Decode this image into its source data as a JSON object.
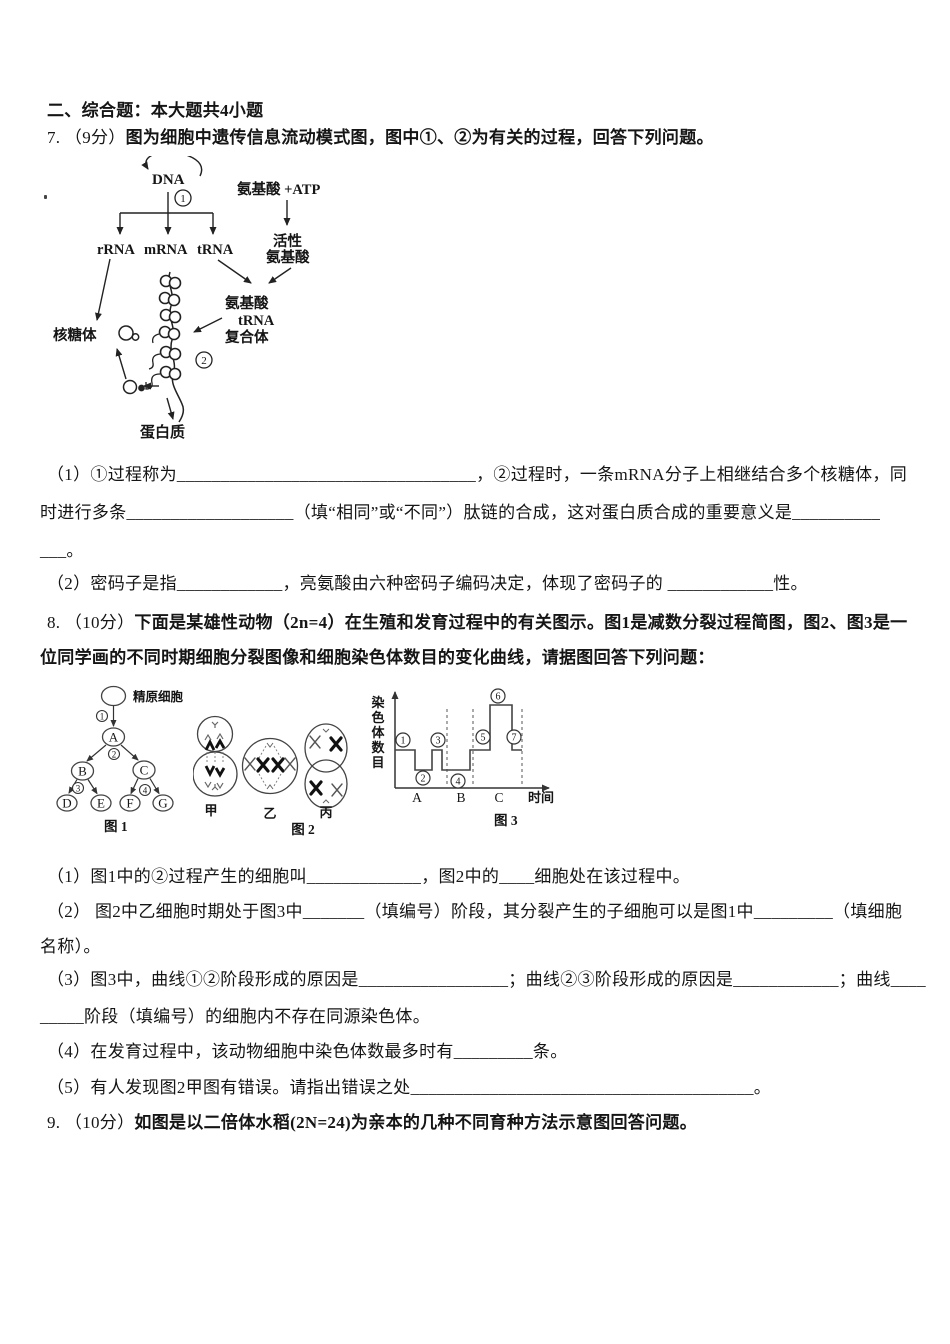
{
  "page": {
    "bg": "#ffffff",
    "text_color": "#151515"
  },
  "header": {
    "text": "二、综合题：本大题共4小题"
  },
  "q7": {
    "prefix": "7. （9分）",
    "intro": "图为细胞中遗传信息流动模式图，图中①、②为有关的过程，回答下列问题。",
    "diagram": {
      "dna": "DNA",
      "n1": "1",
      "n2": "2",
      "rrna": "rRNA",
      "mrna": "mRNA",
      "trna": "tRNA",
      "amino_atp": "氨基酸 +ATP",
      "active1": "活性",
      "active2": "氨基酸",
      "cx1": "氨基酸",
      "cx2": "tRNA",
      "cx3": "复合体",
      "ribosome": "核糖体",
      "protein": "蛋白质"
    },
    "lines": [
      "（1）①过程称为__________________________________，②过程时，一条mRNA分子上相继结合多个核糖体，同",
      "时进行多条___________________（填“相同”或“不同”）肽链的合成，这对蛋白质合成的重要意义是__________",
      "___。",
      "（2）密码子是指____________，亮氨酸由六种密码子编码决定，体现了密码子的 ____________性。"
    ]
  },
  "q8": {
    "prefix": "8. （10分）",
    "intro1": "下面是某雄性动物（2n=4）在生殖和发育过程中的有关图示。图1是减数分裂过程简图，图2、图3是一",
    "intro2": "位同学画的不同时期细胞分裂图像和细胞染色体数目的变化曲线，请据图回答下列问题：",
    "fig1": {
      "top_label": "精原细胞",
      "n1": "1",
      "n2": "2",
      "n3": "3",
      "n4": "4",
      "nodes": [
        "A",
        "B",
        "C",
        "D",
        "E",
        "F",
        "G"
      ],
      "caption": "图 1"
    },
    "fig2": {
      "cells": [
        "甲",
        "乙",
        "丙"
      ],
      "caption": "图 2"
    },
    "fig3": {
      "ylabel_chars": [
        "染",
        "色",
        "体",
        "数",
        "目"
      ],
      "xlabel": "时间",
      "phases": [
        "A",
        "B",
        "C"
      ],
      "points": [
        "1",
        "2",
        "3",
        "4",
        "5",
        "6",
        "7"
      ],
      "caption": "图 3"
    },
    "lines": [
      "（1）图1中的②过程产生的细胞叫_____________，图2中的____细胞处在该过程中。",
      "（2） 图2中乙细胞时期处于图3中_______（填编号）阶段，其分裂产生的子细胞可以是图1中_________（填细胞",
      "名称）。",
      "（3）图3中，曲线①②阶段形成的原因是_________________；曲线②③阶段形成的原因是____________；曲线____",
      "_____阶段（填编号）的细胞内不存在同源染色体。",
      "（4）在发育过程中，该动物细胞中染色体数最多时有_________条。",
      "（5）有人发现图2甲图有错误。请指出错误之处_______________________________________。"
    ]
  },
  "q9": {
    "prefix": "9. （10分）",
    "intro": "如图是以二倍体水稻(2N=24)为亲本的几种不同育种方法示意图回答问题。"
  },
  "chart_data": {
    "type": "line",
    "subtype": "step",
    "caption": "图 3",
    "xlabel": "时间",
    "ylabel": "染色体数目",
    "x_phases": [
      "A",
      "B",
      "C"
    ],
    "y_ticks": [],
    "grid": false,
    "legend": "none",
    "points": [
      {
        "label": "①",
        "phase": "A",
        "level": 2
      },
      {
        "label": "②",
        "phase": "A",
        "level": 1
      },
      {
        "label": "③",
        "phase": "A",
        "level": 2
      },
      {
        "label": "④",
        "phase": "B",
        "level": 1
      },
      {
        "label": "⑤",
        "phase": "B→C",
        "level": 2
      },
      {
        "label": "⑥",
        "phase": "C",
        "level": 4
      },
      {
        "label": "⑦",
        "phase": "C",
        "level": 2
      }
    ]
  }
}
